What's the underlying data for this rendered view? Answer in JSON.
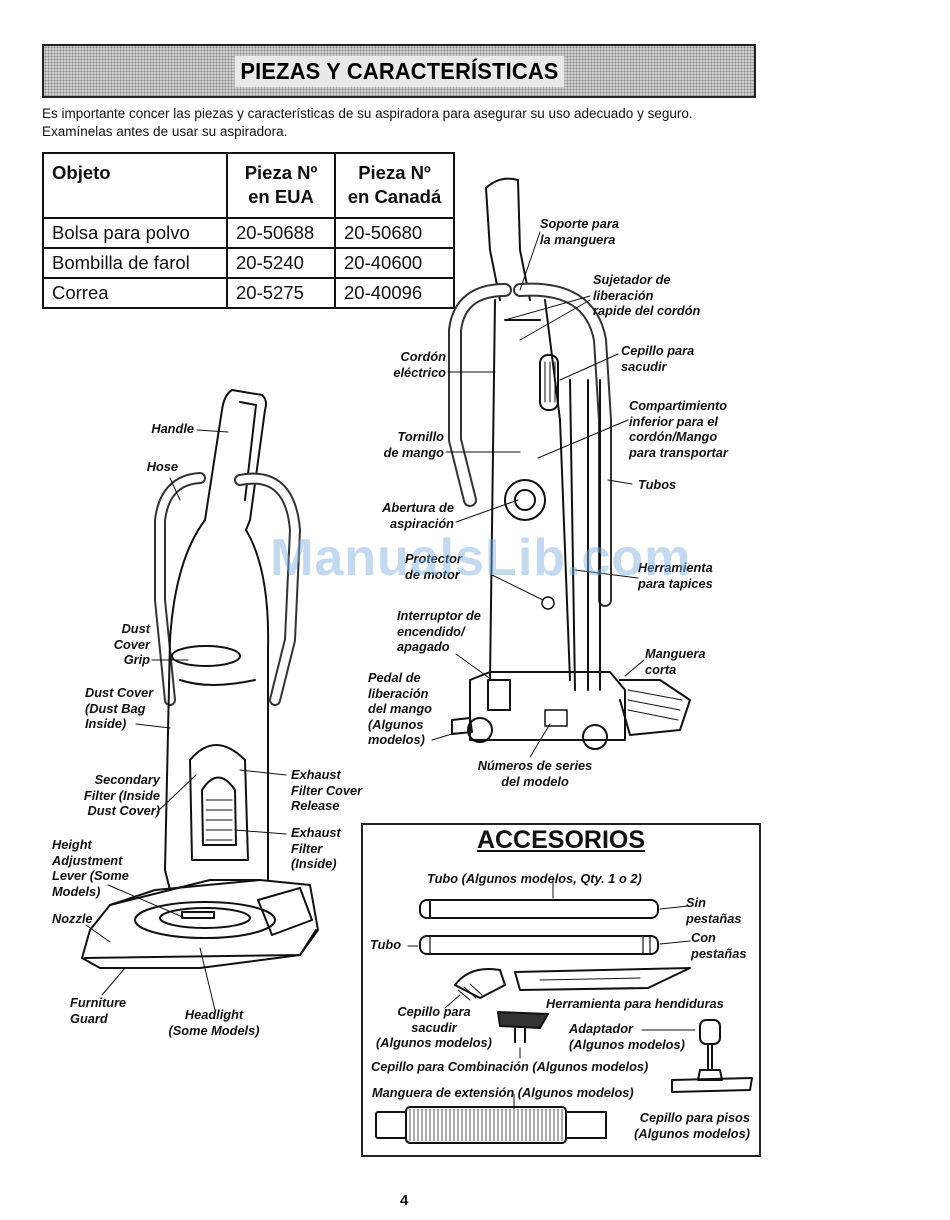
{
  "header": {
    "title": "PIEZAS Y CARACTERÍSTICAS",
    "intro_line1": "Es importante concer las piezas y características de su aspiradora para asegurar su uso adecuado y seguro.",
    "intro_line2": "Examínelas antes de usar su aspiradora."
  },
  "parts_table": {
    "headers": [
      "Objeto",
      "Pieza Nº en EUA",
      "Pieza Nº en Canadá"
    ],
    "header_lines": {
      "col1": "Objeto",
      "col2_l1": "Pieza Nº",
      "col2_l2": "en EUA",
      "col3_l1": "Pieza Nº",
      "col3_l2": "en Canadá"
    },
    "rows": [
      {
        "item": "Bolsa para polvo",
        "usa": "20-50688",
        "canada": "20-50680"
      },
      {
        "item": "Bombilla de farol",
        "usa": "20-5240",
        "canada": "20-40600"
      },
      {
        "item": "Correa",
        "usa": "20-5275",
        "canada": "20-40096"
      }
    ]
  },
  "left_diagram_labels": {
    "handle": "Handle",
    "hose": "Hose",
    "dust_cover_grip": [
      "Dust",
      "Cover",
      "Grip"
    ],
    "dust_cover": [
      "Dust Cover",
      "(Dust Bag",
      "Inside)"
    ],
    "secondary_filter": [
      "Secondary",
      "Filter (Inside",
      "Dust Cover)"
    ],
    "height_adjustment": [
      "Height",
      "Adjustment",
      "Lever (Some",
      "Models)"
    ],
    "nozzle": "Nozzle",
    "furniture_guard": [
      "Furniture",
      "Guard"
    ],
    "headlight": [
      "Headlight",
      "(Some Models)"
    ],
    "exhaust_release": [
      "Exhaust",
      "Filter Cover",
      "Release"
    ],
    "exhaust_filter": [
      "Exhaust",
      "Filter",
      "(Inside)"
    ]
  },
  "right_diagram_labels": {
    "soporte": [
      "Soporte para",
      "la manguera"
    ],
    "sujetador": [
      "Sujetador de",
      "liberación",
      "rapide del cordón"
    ],
    "cordon": [
      "Cordón",
      "eléctrico"
    ],
    "cepillo_sacudir": [
      "Cepillo para",
      "sacudir"
    ],
    "compartimiento": [
      "Compartimiento",
      "inferior para el",
      "cordón/Mango",
      "para transportar"
    ],
    "tornillo": [
      "Tornillo",
      "de mango"
    ],
    "tubos": "Tubos",
    "abertura": [
      "Abertura de",
      "aspiración"
    ],
    "protector": [
      "Protector",
      "de motor"
    ],
    "herramienta_tapices": [
      "Herramienta",
      "para tapices"
    ],
    "interruptor": [
      "Interruptor de",
      "encendido/",
      "apagado"
    ],
    "manguera_corta": [
      "Manguera",
      "corta"
    ],
    "pedal": [
      "Pedal de",
      "liberación",
      "del mango",
      "(Algunos",
      "modelos)"
    ],
    "numeros": [
      "Números de series",
      "del modelo"
    ]
  },
  "accessories": {
    "title": "ACCESORIOS",
    "tubo_top": "Tubo (Algunos modelos, Qty. 1 o 2)",
    "sin_pestanas": [
      "Sin",
      "pestañas"
    ],
    "tubo": "Tubo",
    "con_pestanas": [
      "Con",
      "pestañas"
    ],
    "herramienta_hendiduras": "Herramienta para hendiduras",
    "cepillo_sacudir": [
      "Cepillo para",
      "sacudir",
      "(Algunos modelos)"
    ],
    "adaptador": [
      "Adaptador",
      "(Algunos modelos)"
    ],
    "cepillo_combinacion": "Cepillo para Combinación (Algunos modelos)",
    "manguera_extension": "Manguera de extensión (Algunos modelos)",
    "cepillo_pisos": [
      "Cepillo para pisos",
      "(Algunos modelos)"
    ]
  },
  "watermark": "ManualsLib.com",
  "page_number": "4"
}
